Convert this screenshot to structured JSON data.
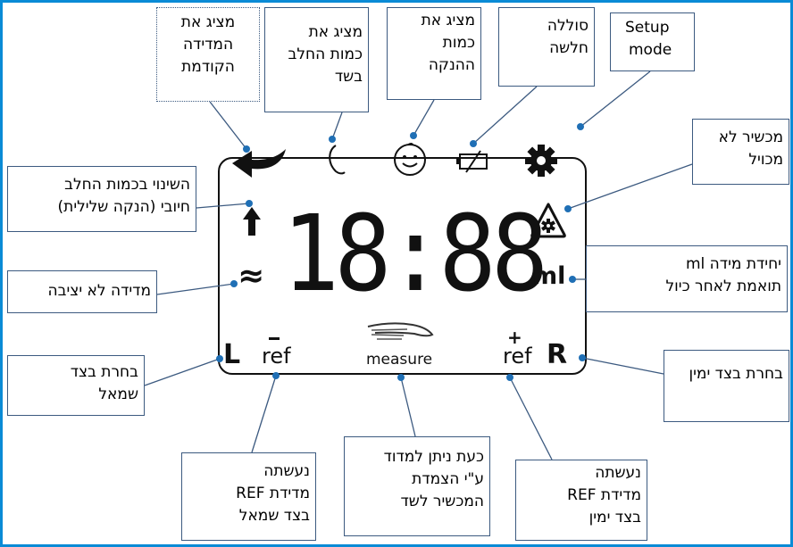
{
  "callouts": {
    "setup_mode": [
      "Setup",
      "mode"
    ],
    "low_battery": [
      "סוללה",
      "חלשה"
    ],
    "feeding_amount": [
      "מציג את",
      "כמות",
      "ההנקה"
    ],
    "milk_in_breast": [
      "מציג את",
      "כמות החלב",
      "בשד"
    ],
    "previous_measure": [
      "מציג את",
      "המדידה",
      "הקודמת"
    ],
    "not_calibrated": [
      "מכשיר לא",
      "מכויל"
    ],
    "milk_change": [
      "השינוי בכמות החלב",
      "חיובי (הנקה שלילית)"
    ],
    "unstable": [
      "מדידה לא יציבה"
    ],
    "ml_unit": [
      "יחידת מידה ml",
      "תואמת לאחר כיול"
    ],
    "left_select": [
      "בחרת בצד",
      "שמאל"
    ],
    "right_select": [
      "בחרת בצד ימין"
    ],
    "ref_left": [
      "נעשתה",
      "מדידת REF",
      "בצד שמאל"
    ],
    "measure_now": [
      "כעת ניתן למדוד",
      "ע\"י הצמדת",
      "המכשיר לשד"
    ],
    "ref_right": [
      "נעשתה",
      "מדידת REF",
      "בצד ימין"
    ]
  },
  "lcd": {
    "digits": "18:88",
    "unit": "ml",
    "left": "L",
    "right": "R",
    "ref": "ref",
    "measure": "measure",
    "icons": [
      "back-arrow-icon",
      "moon-icon",
      "baby-face-icon",
      "battery-low-icon",
      "gear-icon",
      "calibration-warning-icon",
      "up-arrow-icon",
      "approx-icon",
      "hand-icon"
    ]
  },
  "colors": {
    "frame": "#0a8bd6",
    "leader": "#3c5a80",
    "dot": "#1f6fb5"
  }
}
